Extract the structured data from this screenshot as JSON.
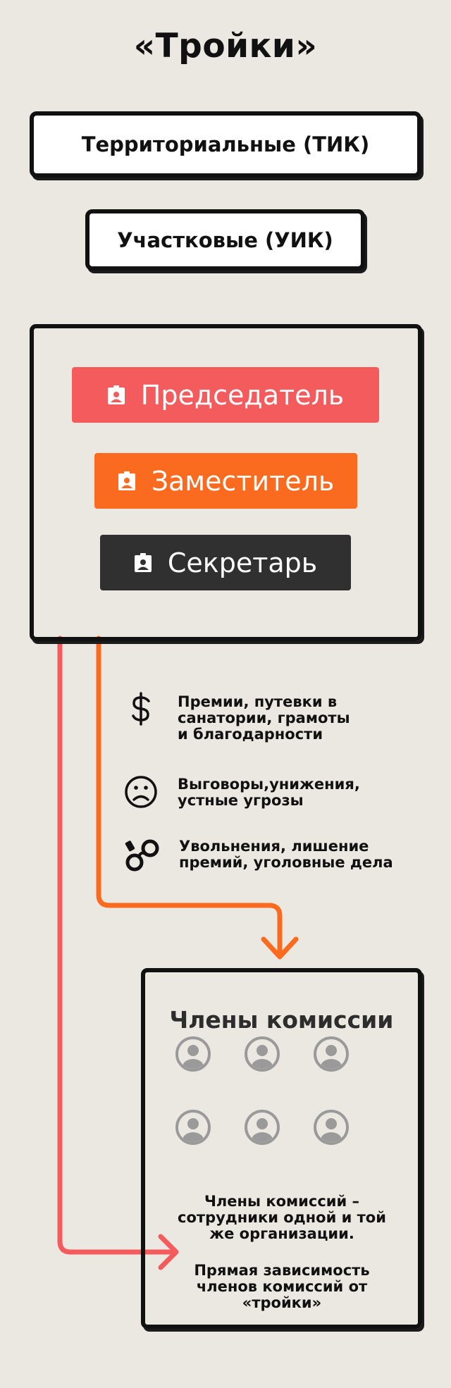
{
  "title": "«Тройки»",
  "commissions": {
    "territorial": "Территориальные (ТИК)",
    "precinct": "Участковые (УИК)"
  },
  "roles": [
    {
      "label": "Председатель",
      "color": "#f45b5d",
      "icon": "badge-icon"
    },
    {
      "label": "Заместитель",
      "color": "#fb6b1f",
      "icon": "badge-icon"
    },
    {
      "label": "Секретарь",
      "color": "#303030",
      "icon": "badge-icon"
    }
  ],
  "pressure_items": [
    {
      "icon": "dollar-icon",
      "lines": [
        "Премии, путевки в",
        "санатории, грамоты",
        "и благодарности"
      ]
    },
    {
      "icon": "sad-face-icon",
      "lines": [
        "Выговоры,унижения,",
        "устные угрозы"
      ]
    },
    {
      "icon": "handcuffs-icon",
      "lines": [
        "Увольнения, лишение",
        "премий,  уголовные дела"
      ]
    }
  ],
  "members": {
    "title": "Члены комиссии",
    "avatar_count": 6,
    "note_lines": [
      "Члены комиссий –",
      "сотрудники одной и той",
      "же организации."
    ],
    "dependency_lines": [
      "Прямая зависимость",
      "членов комиссий от",
      "«тройки»"
    ]
  },
  "colors": {
    "background": "#ebe8e1",
    "red_arrow": "#f45b5d",
    "orange_arrow": "#fb6b1f",
    "avatar": "#9a9a9a"
  }
}
